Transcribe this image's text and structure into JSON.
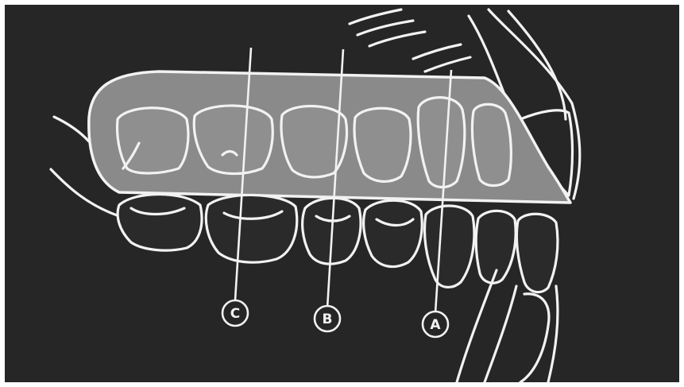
{
  "figure": {
    "markers": [
      {
        "id": "C",
        "label": "C"
      },
      {
        "id": "B",
        "label": "B"
      },
      {
        "id": "A",
        "label": "A"
      }
    ]
  }
}
